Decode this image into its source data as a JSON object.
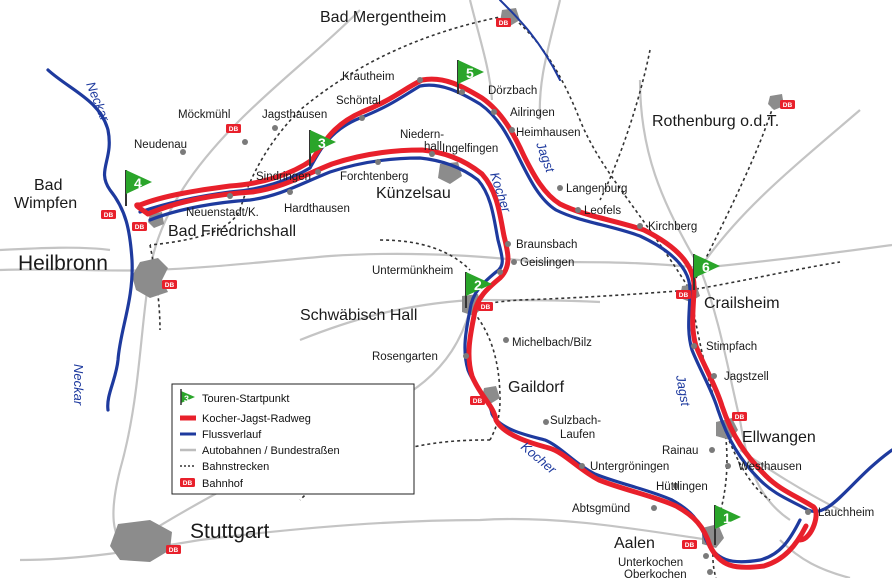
{
  "colors": {
    "route_red": "#e8202b",
    "river_blue": "#1e3a9e",
    "road_gray": "#bdbdbd",
    "rail_dark": "#333333",
    "flag_green": "#2aa52a",
    "city_gray": "#8c8c8c"
  },
  "rivers": {
    "neckar_top": "Neckar",
    "neckar_bottom": "Neckar",
    "kocher_mid": "Kocher",
    "kocher_low": "Kocher",
    "jagst_top": "Jagst",
    "jagst_low": "Jagst"
  },
  "cities": {
    "heilbronn": "Heilbronn",
    "stuttgart": "Stuttgart",
    "schwaebisch_hall": "Schwäbisch Hall",
    "kuenzelsau": "Künzelsau",
    "crailsheim": "Crailsheim",
    "ellwangen": "Ellwangen",
    "aalen": "Aalen",
    "gaildorf": "Gaildorf",
    "bad_mergentheim": "Bad Mergentheim",
    "rothenburg": "Rothenburg o.d.T.",
    "bad_wimpfen_1": "Bad",
    "bad_wimpfen_2": "Wimpfen",
    "bad_friedrichshall": "Bad Friedrichshall"
  },
  "towns": {
    "moeckmuehl": "Möckmühl",
    "jagsthausen": "Jagsthausen",
    "schoental": "Schöntal",
    "krautheim": "Krautheim",
    "doerzbach": "Dörzbach",
    "ailringen": "Ailringen",
    "heimhausen": "Heimhausen",
    "neudenau": "Neudenau",
    "niedernhall_1": "Niedern-",
    "niedernhall_2": "hall",
    "ingelfingen": "Ingelfingen",
    "sindringen": "Sindringen",
    "forchtenberg": "Forchtenberg",
    "langenburg": "Langenburg",
    "leofels": "Leofels",
    "kirchberg": "Kirchberg",
    "neuenstadt": "Neuenstadt/K.",
    "hardthausen": "Hardthausen",
    "braunsbach": "Braunsbach",
    "geislingen": "Geislingen",
    "untermuenkheim": "Untermünkheim",
    "michelbach": "Michelbach/Bilz",
    "rosengarten": "Rosengarten",
    "stimpfach": "Stimpfach",
    "jagstzell": "Jagstzell",
    "sulzbach_1": "Sulzbach-",
    "sulzbach_2": "Laufen",
    "rainau": "Rainau",
    "westhausen": "Westhausen",
    "untergroeningen": "Untergröningen",
    "huettlingen": "Hüttlingen",
    "abtsgmuend": "Abtsgmünd",
    "lauchheim": "Lauchheim",
    "unterkochen": "Unterkochen",
    "oberkochen": "Oberkochen"
  },
  "flags": [
    "1",
    "2",
    "3",
    "4",
    "5",
    "6"
  ],
  "db_label": "DB",
  "legend": {
    "start": "Touren-Startpunkt",
    "route": "Kocher-Jagst-Radweg",
    "river": "Flussverlauf",
    "roads": "Autobahnen / Bundestraßen",
    "rail": "Bahnstrecken",
    "station": "Bahnhof"
  }
}
